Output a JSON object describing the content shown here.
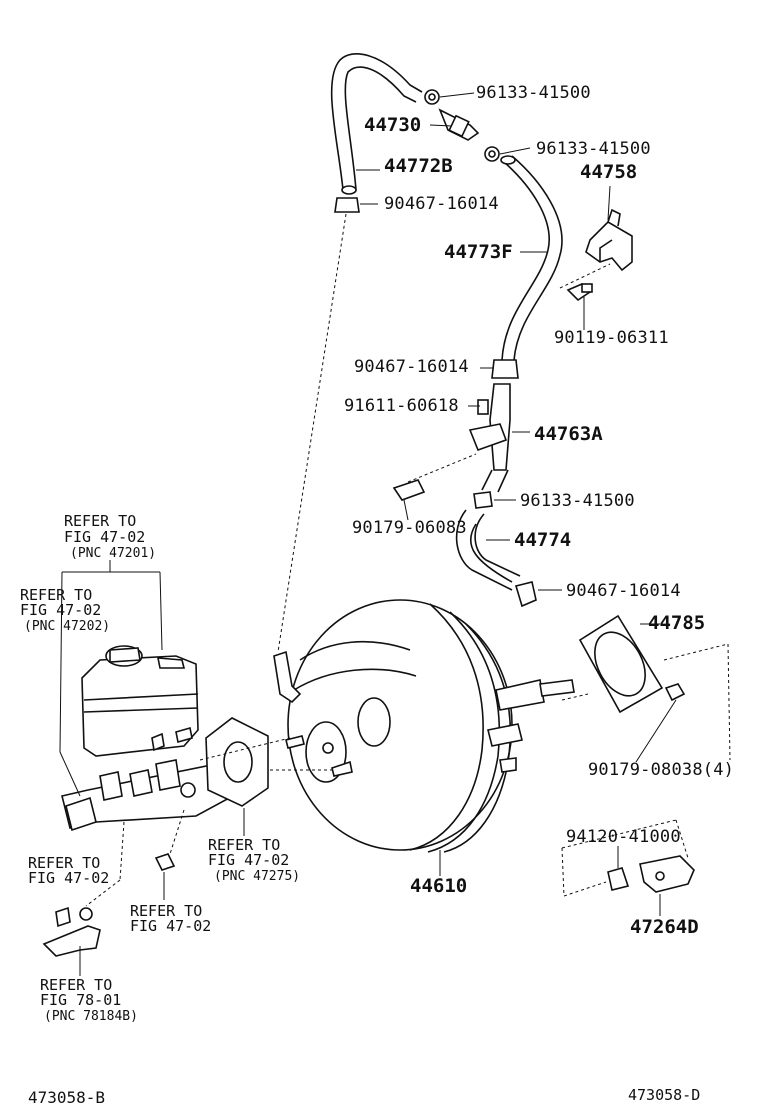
{
  "labels": {
    "p96133_a": "96133-41500",
    "p44730": "44730",
    "p96133_b": "96133-41500",
    "p44772B": "44772B",
    "p44758": "44758",
    "p90467_a": "90467-16014",
    "p44773F": "44773F",
    "p90119": "90119-06311",
    "p90467_b": "90467-16014",
    "p91611": "91611-60618",
    "p44763A": "44763A",
    "p96133_c": "96133-41500",
    "p90179_06083": "90179-06083",
    "p44774": "44774",
    "p90467_c": "90467-16014",
    "p44785": "44785",
    "p90179_08038": "90179-08038(4)",
    "p94120": "94120-41000",
    "p44610": "44610",
    "p47264D": "47264D"
  },
  "refs": {
    "r1": {
      "line1": "REFER TO",
      "line2": "FIG 47-02",
      "line3": "(PNC 47201)"
    },
    "r2": {
      "line1": "REFER TO",
      "line2": "FIG 47-02",
      "line3": "(PNC 47202)"
    },
    "r3": {
      "line1": "REFER TO",
      "line2": "FIG 47-02",
      "line3": "(PNC 47275)"
    },
    "r4": {
      "line1": "REFER TO",
      "line2": "FIG 47-02"
    },
    "r5": {
      "line1": "REFER TO",
      "line2": "FIG 47-02"
    },
    "r6": {
      "line1": "REFER TO",
      "line2": "FIG 78-01",
      "line3": "(PNC 78184B)"
    }
  },
  "codes": {
    "left": "473058-B",
    "right": "473058-D"
  }
}
